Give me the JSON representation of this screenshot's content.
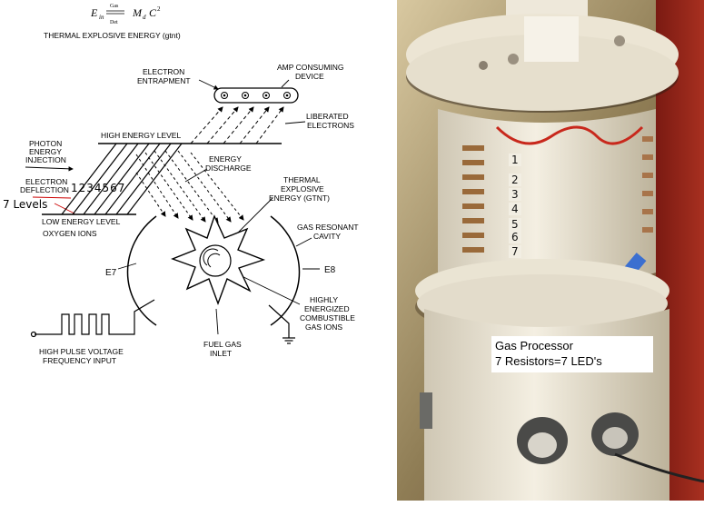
{
  "diagram": {
    "formula": {
      "lhs": "E",
      "lhs_sub": "in",
      "over": "Gas",
      "under": "Det",
      "rhs": "M",
      "rhs_sub": "d",
      "rhs_c": "C",
      "rhs_exp": "2"
    },
    "title": "THERMAL EXPLOSIVE ENERGY (gtnt)",
    "labels": {
      "electron_entrapment": [
        "ELECTRON",
        "ENTRAPMENT"
      ],
      "amp_device": [
        "AMP CONSUMING",
        "DEVICE"
      ],
      "liberated": [
        "LIBERATED",
        "ELECTRONS"
      ],
      "high_energy": "HIGH ENERGY LEVEL",
      "photon": [
        "PHOTON",
        "ENERGY",
        "INJECTION"
      ],
      "deflection": [
        "ELECTRON",
        "DEFLECTION"
      ],
      "seven_levels": "7 Levels",
      "level_numbers": "1234567",
      "low_energy": "LOW ENERGY LEVEL",
      "oxygen": "OXYGEN  IONS",
      "energy_discharge": [
        "ENERGY",
        "DISCHARGE"
      ],
      "thermal": [
        "THERMAL",
        "EXPLOSIVE",
        "ENERGY (GTNT)"
      ],
      "gas_resonant": [
        "GAS RESONANT",
        "CAVITY"
      ],
      "e7": "E7",
      "e8": "E8",
      "highly": [
        "HIGHLY",
        "ENERGIZED",
        "COMBUSTIBLE",
        "GAS IONS"
      ],
      "pulse": [
        "HIGH PULSE VOLTAGE",
        "FREQUENCY INPUT"
      ],
      "fuel": [
        "FUEL GAS",
        "INLET"
      ]
    }
  },
  "photo": {
    "numbers": [
      "1",
      "2",
      "3",
      "4",
      "5",
      "6",
      "7"
    ],
    "caption": [
      "Gas Processor",
      "7 Resistors=7 LED's"
    ]
  }
}
